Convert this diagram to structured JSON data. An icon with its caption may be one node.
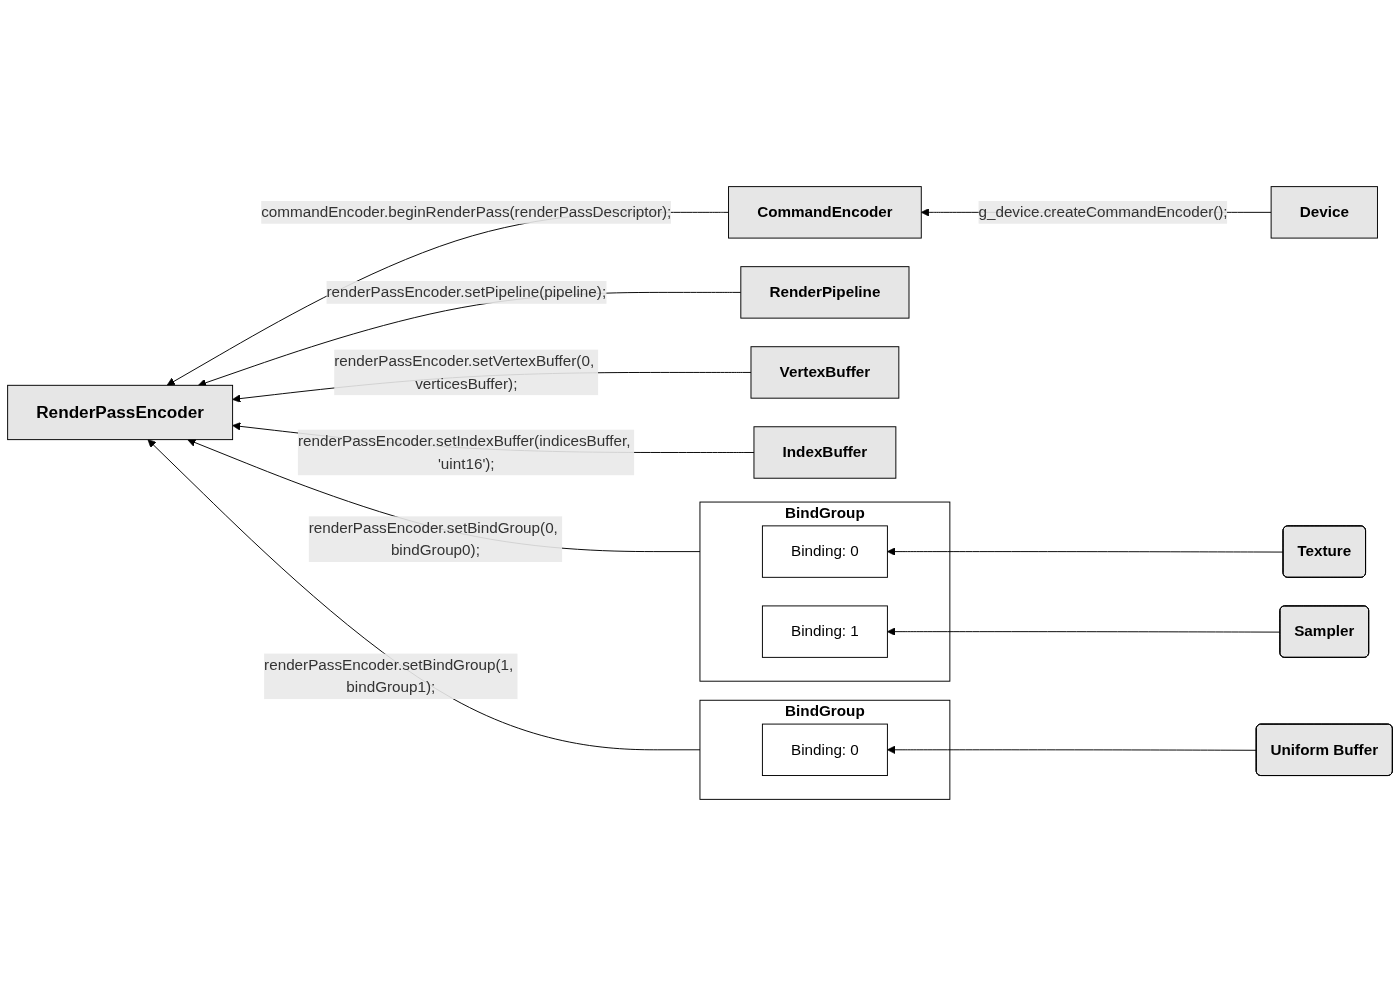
{
  "diagram": {
    "nodes": [
      {
        "text": [
          "Device"
        ]
      },
      {
        "text": [
          "CommandEncoder"
        ]
      },
      {
        "text": [
          "RenderPassEncoder"
        ]
      },
      {
        "text": [
          "RenderPipeline"
        ]
      },
      {
        "text": [
          "BindGroup"
        ]
      },
      {
        "text": [
          "Binding: 0"
        ],
        "in": 4
      },
      {
        "text": [
          "Binding: 1"
        ],
        "in": 4
      },
      {
        "text": [
          "Texture"
        ]
      },
      {
        "text": [
          "Sampler"
        ]
      },
      {
        "text": [
          "BindGroup"
        ]
      },
      {
        "text": [
          "Binding: 0"
        ],
        "in": 9
      },
      {
        "text": [
          "Uniform Buffer"
        ]
      },
      {
        "text": [
          "VertexBuffer"
        ]
      },
      {
        "text": [
          "IndexBuffer"
        ]
      }
    ],
    "edges": [
      {
        "from": 0,
        "to": 1,
        "arrow": "to",
        "label": "g_device.createCommandEncoder();"
      },
      {
        "from": 1,
        "to": 2,
        "arrow": "to",
        "label": "commandEncoder.beginRenderPass(renderPassDescriptor);"
      },
      {
        "from": 3,
        "to": 2,
        "arrow": "to",
        "label": "renderPassEncoder.setPipeline(pipeline);"
      },
      {
        "from": 4,
        "to": 2,
        "arrow": "to",
        "label": "renderPassEncoder.setBindGroup(0, bindGroup0);"
      },
      {
        "from": 9,
        "to": 2,
        "arrow": "to",
        "label": "renderPassEncoder.setBindGroup(1, bindGroup1);"
      },
      {
        "from": 12,
        "to": 2,
        "arrow": "to",
        "label": "renderPassEncoder.setVertexBuffer(0, verticesBuffer);"
      },
      {
        "from": 13,
        "to": 2,
        "arrow": "to",
        "label": "renderPassEncoder.setIndexBuffer(indicesBuffer, 'uint16');"
      },
      {
        "from": 7,
        "to": 5,
        "arrow": "to"
      },
      {
        "from": 8,
        "to": 6,
        "arrow": "to"
      },
      {
        "from": 11,
        "to": 10,
        "arrow": "to"
      }
    ]
  }
}
